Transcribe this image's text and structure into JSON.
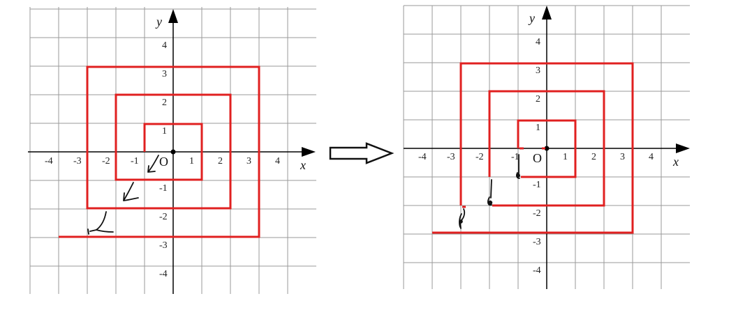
{
  "panels": [
    {
      "name": "left",
      "x_tick_labels": [
        "-4",
        "-3",
        "-2",
        "-1",
        "1",
        "2",
        "3",
        "4"
      ],
      "y_tick_labels": [
        "4",
        "3",
        "2",
        "1",
        "-1",
        "-2",
        "-3",
        "-4"
      ],
      "x_axis_label": "x",
      "y_axis_label": "y",
      "origin_label": "O"
    },
    {
      "name": "right",
      "x_tick_labels": [
        "-4",
        "-3",
        "-2",
        "-1",
        "1",
        "2",
        "3",
        "4"
      ],
      "y_tick_labels": [
        "4",
        "3",
        "2",
        "1",
        "-1",
        "-2",
        "-3",
        "-4"
      ],
      "x_axis_label": "x",
      "y_axis_label": "y",
      "origin_label": "O"
    }
  ],
  "colors": {
    "spiral": "#e02020",
    "grid": "#9a9a9a",
    "axis": "#000000"
  },
  "transition_icon": "double-arrow-right-icon"
}
